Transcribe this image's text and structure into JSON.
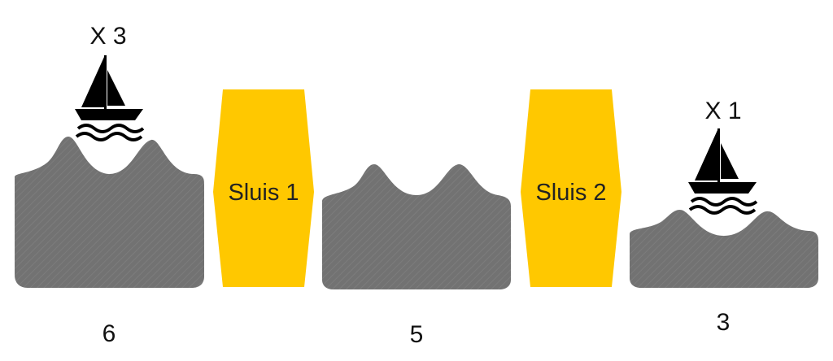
{
  "colors": {
    "water": "#6f6f6f",
    "lock": "#ffc800",
    "lock_stroke": "#b08a00",
    "boat": "#000000",
    "text": "#111111"
  },
  "basins": [
    {
      "level": "6"
    },
    {
      "level": "5"
    },
    {
      "level": "3"
    }
  ],
  "locks": [
    {
      "label": "Sluis 1"
    },
    {
      "label": "Sluis 2"
    }
  ],
  "boats": [
    {
      "count": "X 3",
      "icon": "sailboat-icon"
    },
    {
      "count": "X 1",
      "icon": "sailboat-icon"
    }
  ]
}
